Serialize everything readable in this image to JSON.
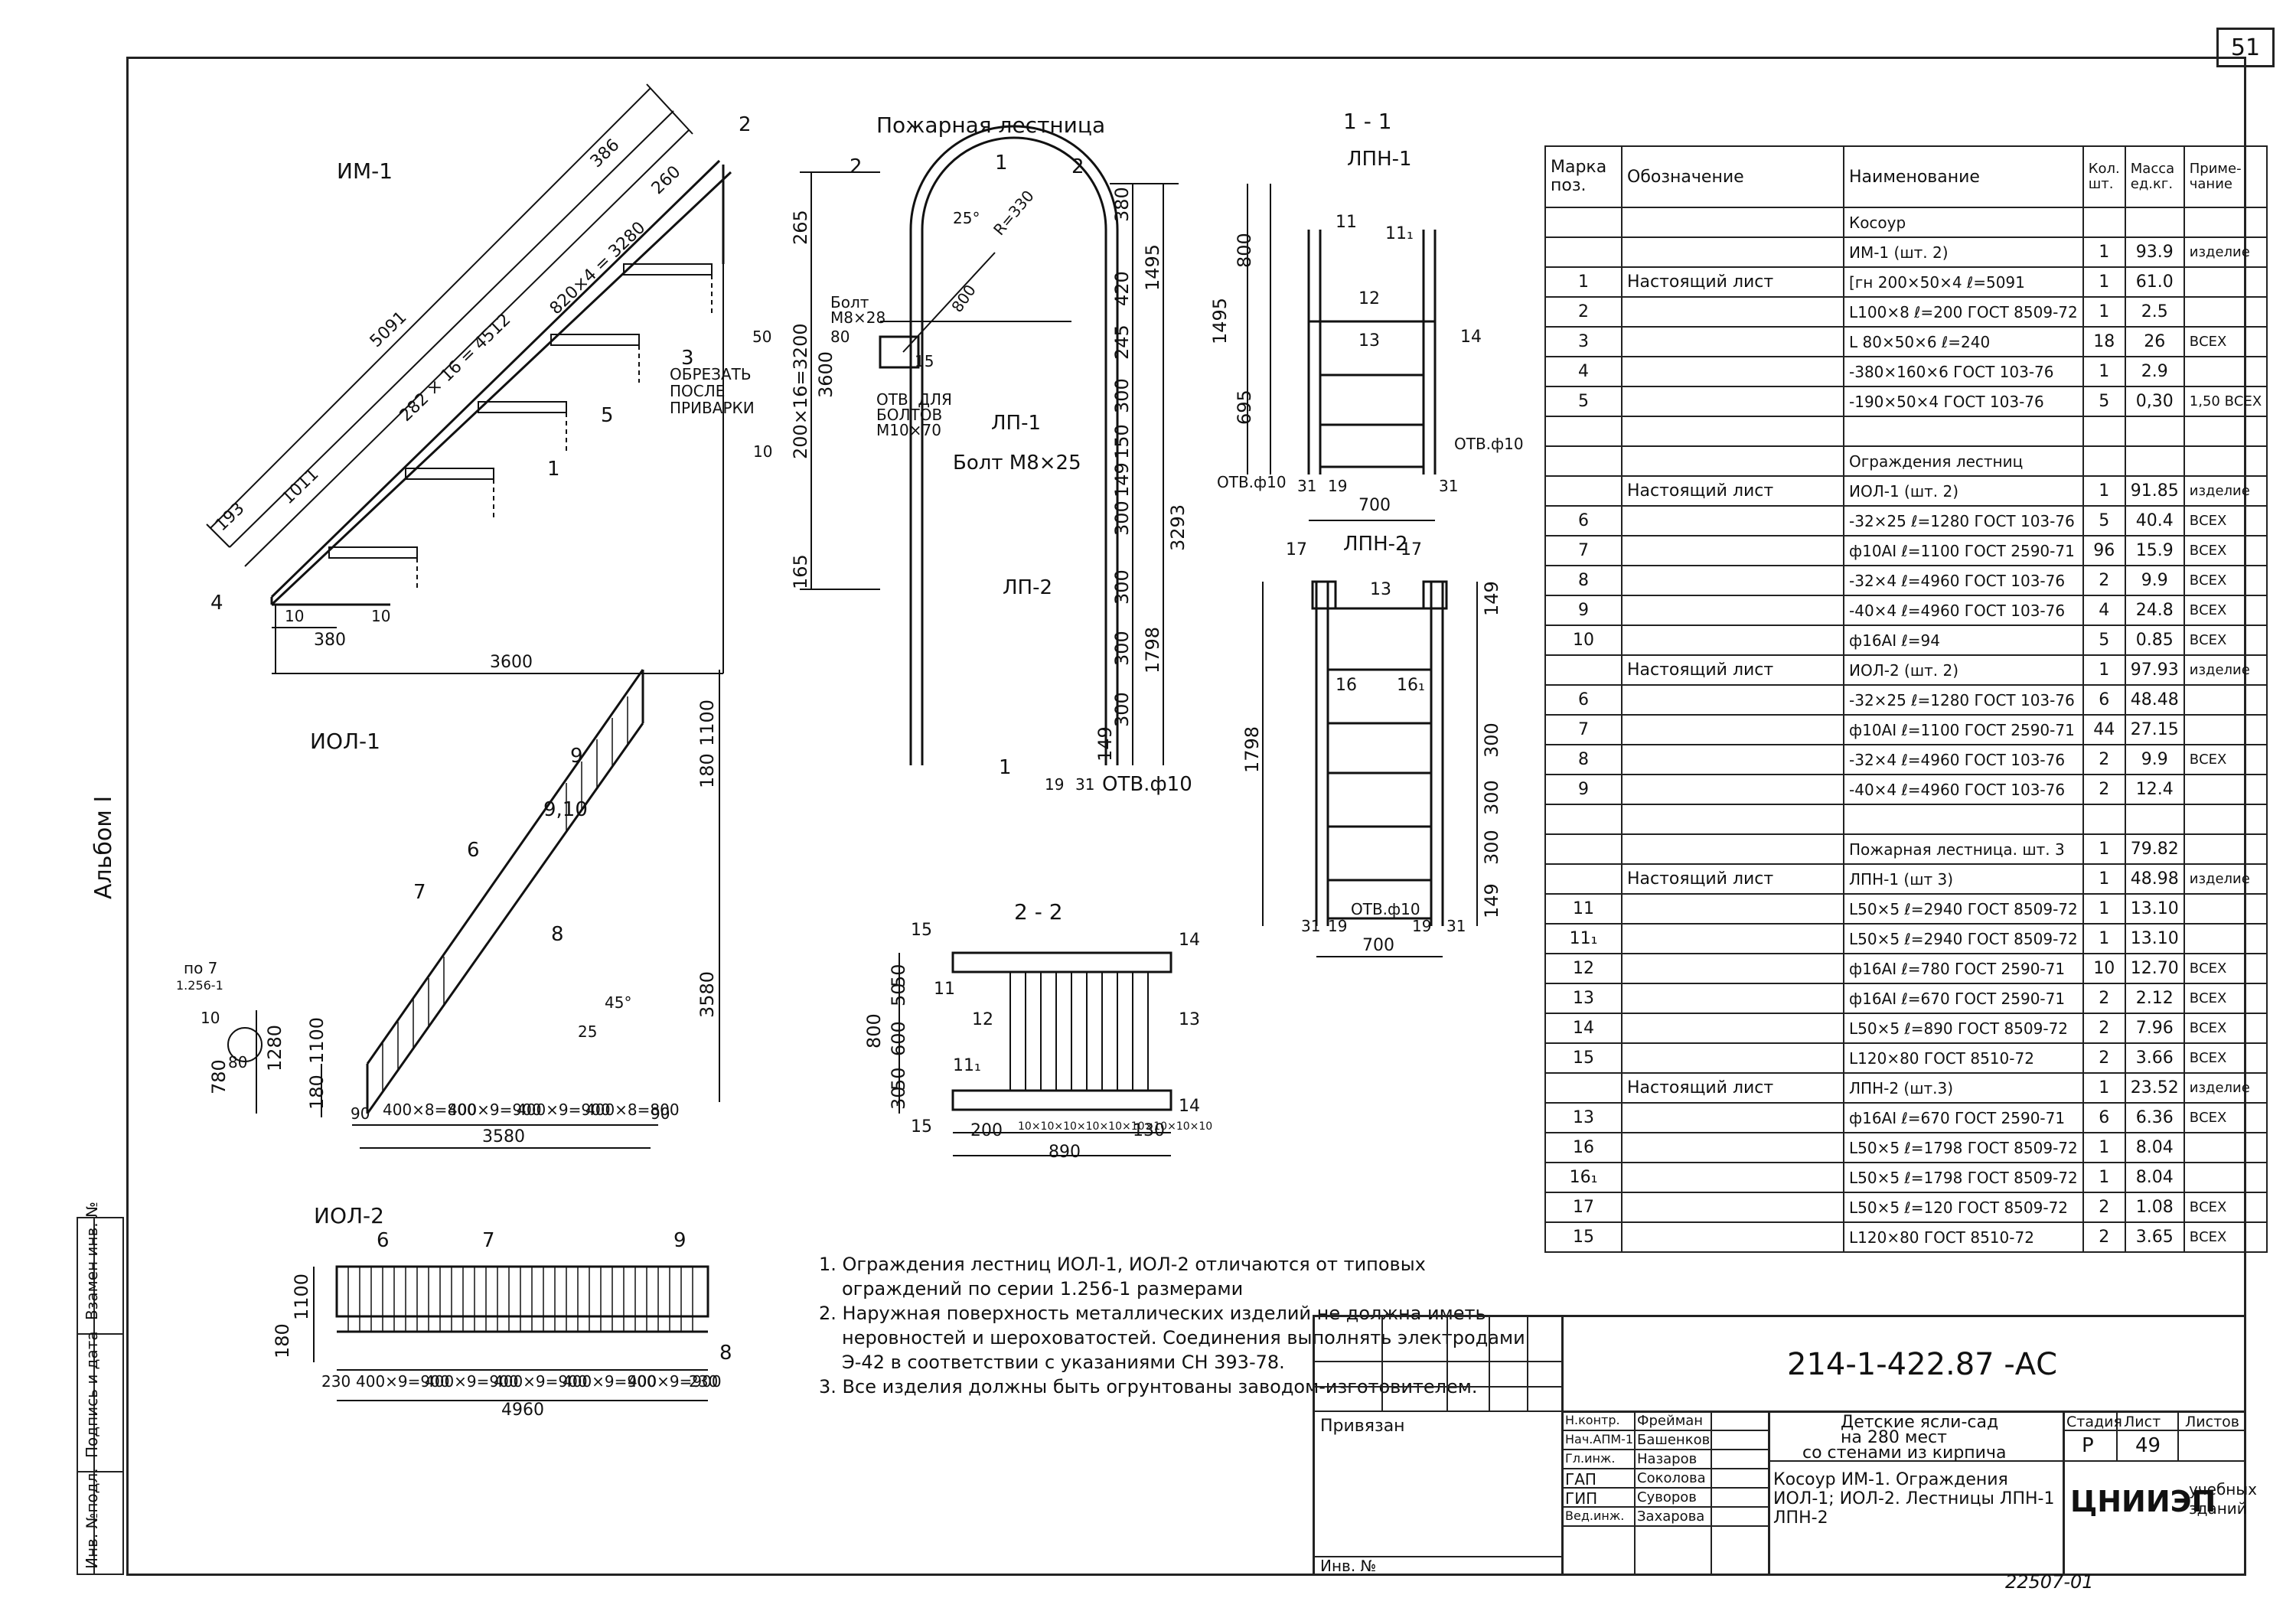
{
  "sheet_number": "51",
  "album_label": "Альбом I",
  "stamp_labels": [
    "Инв. №подл.",
    "Подпись и дата",
    "Взамен инв. №"
  ],
  "bottom_code": "22507-01",
  "drawings": {
    "im1": {
      "title": "ИМ-1",
      "dims": [
        "5091",
        "386",
        "260",
        "282 × 16 = 4512",
        "820×4 = 3280",
        "193",
        "1011",
        "380",
        "3600"
      ],
      "callouts": [
        "2",
        "3",
        "5",
        "1",
        "4"
      ],
      "annotation": "ОБРЕЗАТЬ ПОСЛЕ ПРИВАРКИ",
      "small_dims": [
        "50",
        "10",
        "10"
      ]
    },
    "fire_ladder": {
      "title": "Пожарная лестница",
      "section_marks": [
        "2",
        "2",
        "1",
        "1"
      ],
      "dims_left": [
        "265",
        "200×16=3200",
        "3600",
        "165"
      ],
      "dims_right": [
        "380",
        "420",
        "245",
        "150",
        "300",
        "300",
        "300",
        "300",
        "300",
        "149",
        "1495",
        "3293",
        "1798",
        "149"
      ],
      "radius": "R=330",
      "angle": "25°",
      "dim_800": "800",
      "bolt1": "Болт М8×28",
      "holes": "ОТВ. ДЛЯ БОЛТОВ М10×70",
      "callout_15": "15",
      "lp1": "ЛП-1",
      "bolt2": "Болт М8×25",
      "lp2": "ЛП-2",
      "bottom_dims": [
        "19",
        "31"
      ],
      "hole": "ОТВ.ф10",
      "ten": "10",
      "eighty": "80"
    },
    "section11": {
      "title": "1 - 1",
      "subtitle": "ЛПН-1",
      "callouts": [
        "11",
        "11₁",
        "12",
        "13",
        "14"
      ],
      "dims": [
        "800",
        "1495",
        "695",
        "700",
        "31",
        "19",
        "31"
      ],
      "holes": [
        "ОТВ.ф10",
        "ОТВ.ф10"
      ]
    },
    "lpn2": {
      "title": "ЛПН-2",
      "callouts": [
        "17",
        "17",
        "13",
        "16",
        "16₁"
      ],
      "dims": [
        "149",
        "300",
        "300",
        "300",
        "149",
        "1798",
        "700",
        "31",
        "19",
        "19",
        "31"
      ],
      "hole": "ОТВ.ф10"
    },
    "section22": {
      "title": "2 - 2",
      "callouts": [
        "15",
        "14",
        "11",
        "12",
        "13",
        "11₁",
        "14",
        "15"
      ],
      "dims": [
        "50",
        "50",
        "800",
        "600",
        "50",
        "30",
        "200",
        "890",
        "130"
      ],
      "bottom_ticks": "10×10×10×10×10×10×10×10×10"
    },
    "iol1": {
      "title": "ИОЛ-1",
      "callouts": [
        "9",
        "9,10",
        "6",
        "7",
        "8"
      ],
      "dims": [
        "180",
        "1100",
        "3580",
        "1100",
        "180",
        "90",
        "400×8=800",
        "400×9=900",
        "400×9=900",
        "400×8=800",
        "90",
        "3580"
      ],
      "angle": "45°",
      "small": "25",
      "node": "по 7",
      "node_ref": "1.256-1",
      "node_dims": [
        "10",
        "780",
        "80",
        "1280"
      ]
    },
    "iol2": {
      "title": "ИОЛ-2",
      "callouts": [
        "6",
        "7",
        "9",
        "8"
      ],
      "dims": [
        "180",
        "1100",
        "230",
        "400×9=900",
        "400×9=900",
        "400×9=900",
        "400×9=900",
        "400×9=900",
        "230",
        "4960"
      ]
    }
  },
  "notes": [
    "1. Ограждения лестниц ИОЛ-1, ИОЛ-2 отличаются от типовых",
    "ограждений по серии 1.256-1 размерами",
    "2. Наружная поверхность металлических изделий не должна иметь",
    "неровностей и шероховатостей. Соединения выполнять электродами",
    "Э-42 в соответствии с указаниями СН 393-78.",
    "3. Все изделия должны быть огрунтованы заводом-изготовителем."
  ],
  "spec_table": {
    "headers": [
      "Марка поз.",
      "Обозначение",
      "Наименование",
      "Кол. шт.",
      "Масса ед.кг.",
      "Приме-чание"
    ],
    "rows": [
      [
        "",
        "",
        "Косоур",
        "",
        "",
        ""
      ],
      [
        "",
        "",
        "ИМ-1 (шт. 2)",
        "1",
        "93.9",
        "изделие"
      ],
      [
        "1",
        "Настоящий лист",
        "[гн 200×50×4 ℓ=5091",
        "1",
        "61.0",
        ""
      ],
      [
        "2",
        "",
        "L100×8 ℓ=200 ГОСТ 8509-72",
        "1",
        "2.5",
        ""
      ],
      [
        "3",
        "",
        "L 80×50×6 ℓ=240",
        "18",
        "26",
        "ВСЕХ"
      ],
      [
        "4",
        "",
        "-380×160×6 ГОСТ 103-76",
        "1",
        "2.9",
        ""
      ],
      [
        "5",
        "",
        "-190×50×4 ГОСТ 103-76",
        "5",
        "0,30",
        "1,50 ВСЕХ"
      ],
      [
        "",
        "",
        "",
        "",
        "",
        ""
      ],
      [
        "",
        "",
        "Ограждения лестниц",
        "",
        "",
        ""
      ],
      [
        "",
        "Настоящий лист",
        "ИОЛ-1 (шт. 2)",
        "1",
        "91.85",
        "изделие"
      ],
      [
        "6",
        "",
        "-32×25 ℓ=1280 ГОСТ 103-76",
        "5",
        "40.4",
        "ВСЕХ"
      ],
      [
        "7",
        "",
        "ф10АI ℓ=1100 ГОСТ 2590-71",
        "96",
        "15.9",
        "ВСЕХ"
      ],
      [
        "8",
        "",
        "-32×4 ℓ=4960 ГОСТ 103-76",
        "2",
        "9.9",
        "ВСЕХ"
      ],
      [
        "9",
        "",
        "-40×4 ℓ=4960 ГОСТ 103-76",
        "4",
        "24.8",
        "ВСЕХ"
      ],
      [
        "10",
        "",
        "ф16АI ℓ=94",
        "5",
        "0.85",
        "ВСЕХ"
      ],
      [
        "",
        "Настоящий лист",
        "ИОЛ-2 (шт. 2)",
        "1",
        "97.93",
        "изделие"
      ],
      [
        "6",
        "",
        "-32×25 ℓ=1280 ГОСТ 103-76",
        "6",
        "48.48",
        ""
      ],
      [
        "7",
        "",
        "ф10АI ℓ=1100 ГОСТ 2590-71",
        "44",
        "27.15",
        ""
      ],
      [
        "8",
        "",
        "-32×4 ℓ=4960 ГОСТ 103-76",
        "2",
        "9.9",
        "ВСЕХ"
      ],
      [
        "9",
        "",
        "-40×4 ℓ=4960 ГОСТ 103-76",
        "2",
        "12.4",
        ""
      ],
      [
        "",
        "",
        "",
        "",
        "",
        ""
      ],
      [
        "",
        "",
        "Пожарная лестница. шт. 3",
        "1",
        "79.82",
        ""
      ],
      [
        "",
        "Настоящий лист",
        "ЛПН-1 (шт 3)",
        "1",
        "48.98",
        "изделие"
      ],
      [
        "11",
        "",
        "L50×5 ℓ=2940 ГОСТ 8509-72",
        "1",
        "13.10",
        ""
      ],
      [
        "11₁",
        "",
        "L50×5 ℓ=2940 ГОСТ 8509-72",
        "1",
        "13.10",
        ""
      ],
      [
        "12",
        "",
        "ф16АI ℓ=780 ГОСТ 2590-71",
        "10",
        "12.70",
        "ВСЕХ"
      ],
      [
        "13",
        "",
        "ф16АI ℓ=670 ГОСТ 2590-71",
        "2",
        "2.12",
        "ВСЕХ"
      ],
      [
        "14",
        "",
        "L50×5 ℓ=890 ГОСТ 8509-72",
        "2",
        "7.96",
        "ВСЕХ"
      ],
      [
        "15",
        "",
        "L120×80 ГОСТ 8510-72",
        "2",
        "3.66",
        "ВСЕХ"
      ],
      [
        "",
        "Настоящий лист",
        "ЛПН-2 (шт.3)",
        "1",
        "23.52",
        "изделие"
      ],
      [
        "13",
        "",
        "ф16АI ℓ=670 ГОСТ 2590-71",
        "6",
        "6.36",
        "ВСЕХ"
      ],
      [
        "16",
        "",
        "L50×5 ℓ=1798 ГОСТ 8509-72",
        "1",
        "8.04",
        ""
      ],
      [
        "16₁",
        "",
        "L50×5 ℓ=1798 ГОСТ 8509-72",
        "1",
        "8.04",
        ""
      ],
      [
        "17",
        "",
        "L50×5 ℓ=120 ГОСТ 8509-72",
        "2",
        "1.08",
        "ВСЕХ"
      ],
      [
        "15",
        "",
        "L120×80 ГОСТ 8510-72",
        "2",
        "3.65",
        "ВСЕХ"
      ]
    ]
  },
  "title_block": {
    "doc_code": "214-1-422.87 -АС",
    "bound": "Привязан",
    "inv": "Инв. №",
    "roles": [
      "Н.контр.",
      "Нач.АПМ-1",
      "Гл.инж.",
      "ГАП",
      "ГИП",
      "Вед.инж."
    ],
    "names": [
      "Фрейман",
      "Башенков",
      "Назаров",
      "Соколова",
      "Суворов",
      "Захарова"
    ],
    "project": [
      "Детские ясли-сад",
      "на 280 мест",
      "со стенами из кирпича"
    ],
    "sheet_title": [
      "Косоур ИМ-1. Ограждения",
      "ИОЛ-1; ИОЛ-2. Лестницы ЛПН-1",
      "ЛПН-2"
    ],
    "stage_label": "Стадия",
    "sheet_label": "Лист",
    "sheets_label": "Листов",
    "stage": "Р",
    "sheet": "49",
    "org": "ЦНИИЭП",
    "org_sub": [
      "учебных",
      "зданий"
    ]
  }
}
